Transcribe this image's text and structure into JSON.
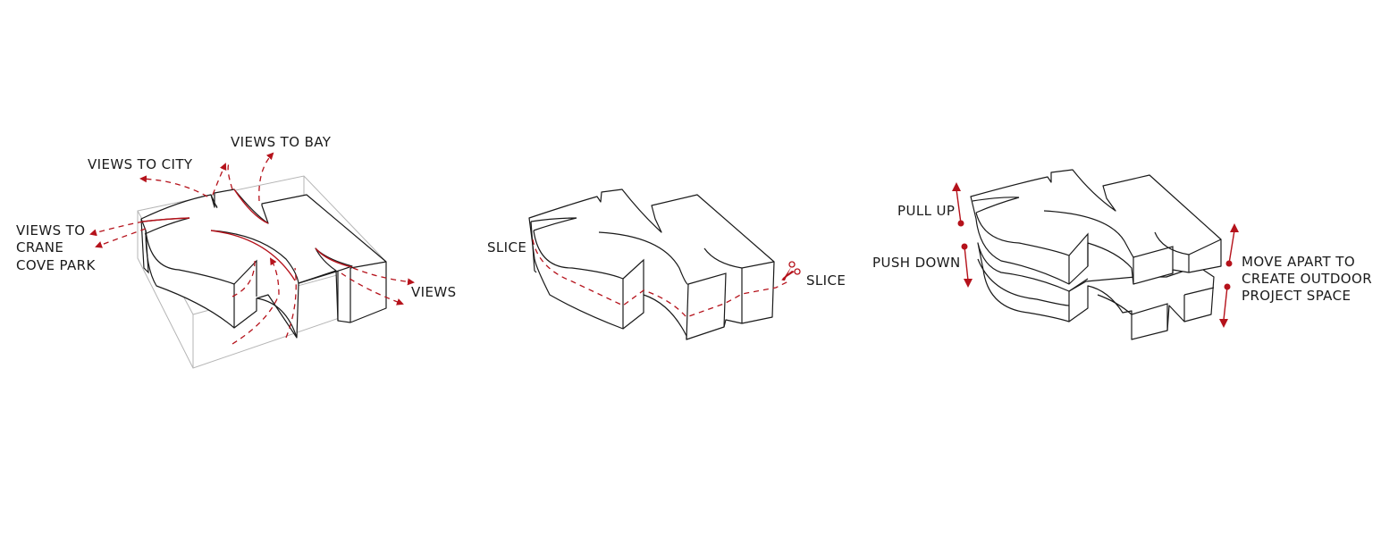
{
  "diagram": {
    "accent_color": "#b5121b",
    "line_color": "#1a1a1a",
    "panels": [
      {
        "id": "views",
        "labels": {
          "views_to_bay": "VIEWS TO BAY",
          "views_to_city": "VIEWS TO CITY",
          "views_to_crane_line1": "VIEWS TO",
          "views_to_crane_line2": "CRANE",
          "views_to_crane_line3": "COVE PARK",
          "views": "VIEWS"
        }
      },
      {
        "id": "slice",
        "labels": {
          "slice_left": "SLICE",
          "slice_right": "SLICE"
        },
        "icons": [
          "scissors-icon"
        ]
      },
      {
        "id": "move",
        "labels": {
          "pull_up": "PULL UP",
          "push_down": "PUSH DOWN",
          "move_apart_line1": "MOVE APART TO",
          "move_apart_line2": "CREATE OUTDOOR",
          "move_apart_line3": "PROJECT SPACE"
        }
      }
    ]
  }
}
